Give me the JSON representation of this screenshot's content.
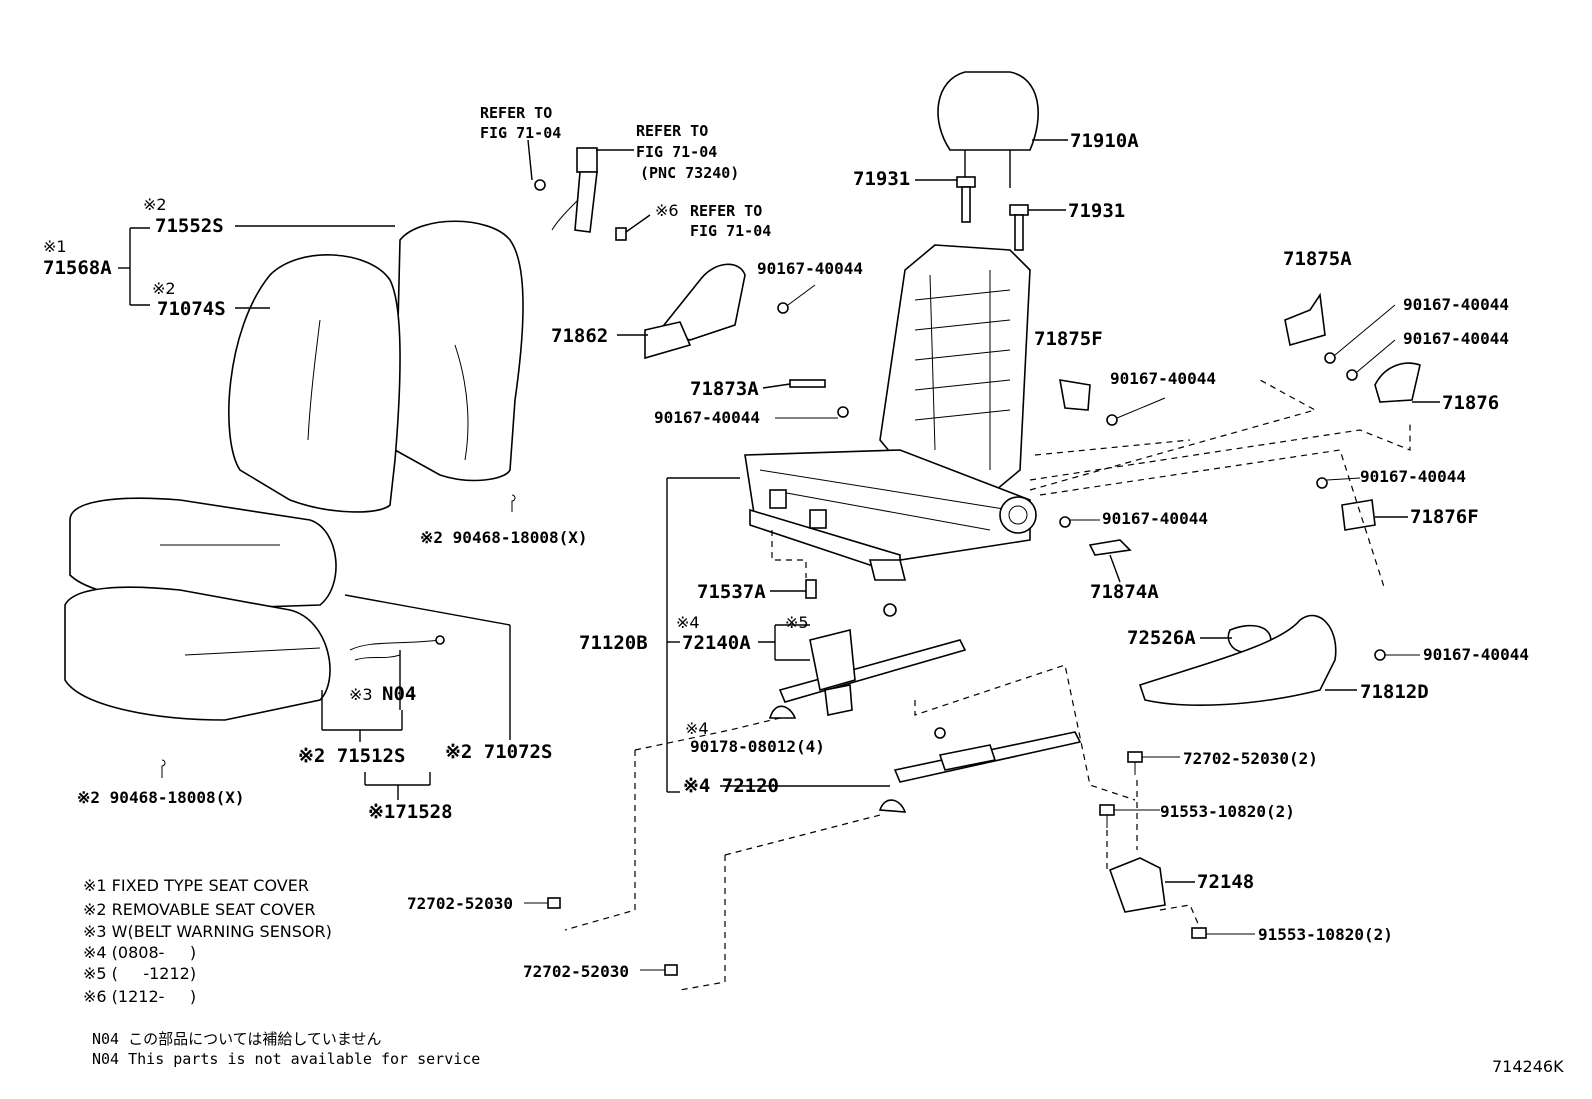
{
  "labels": {
    "l_71910A": "71910A",
    "l_71931a": "71931",
    "l_71931b": "71931",
    "l_71552S": "71552S",
    "l_71568A": "71568A",
    "l_71074S": "71074S",
    "l_m2a": "※2",
    "l_m2b": "※2",
    "l_m1a": "※1",
    "l_71862": "71862",
    "l_90167_a": "90167-40044",
    "l_71873A": "71873A",
    "l_90167_b": "90167-40044",
    "l_71875F": "71875F",
    "l_90167_c": "90167-40044",
    "l_71875A": "71875A",
    "l_90167_d": "90167-40044",
    "l_90167_e": "90167-40044",
    "l_71876": "71876",
    "l_90167_f": "90167-40044",
    "l_71876F": "71876F",
    "l_90167_g": "90167-40044",
    "l_71874A": "71874A",
    "l_90468_a": "※2 90468-18008(X)",
    "l_71537A": "71537A",
    "l_71120B": "71120B",
    "l_m4a": "※4",
    "l_72140A": "72140A",
    "l_m5": "※5",
    "l_72526A": "72526A",
    "l_90167_h": "90167-40044",
    "l_71812D": "71812D",
    "l_m3": "※3",
    "l_N04": "N04",
    "l_71512S": "※2 71512S",
    "l_71072S": "※2 71072S",
    "l_90468_b": "※2 90468-18008(X)",
    "l_71528": "※171528",
    "l_m4b": "※4",
    "l_90178": "90178-08012(4)",
    "l_72120": "※4 72120",
    "l_72702_a": "72702-52030(2)",
    "l_91553_a": "91553-10820(2)",
    "l_72148": "72148",
    "l_91553_b": "91553-10820(2)",
    "l_72702_b": "72702-52030",
    "l_72702_c": "72702-52030"
  },
  "refs": {
    "refer_to_1": "REFER TO",
    "fig_1": "FIG 71-04",
    "refer_to_2": "REFER TO",
    "fig_2": "FIG 71-04",
    "pnc": "(PNC 73240)",
    "m6": "※6",
    "refer_to_3": "REFER TO",
    "fig_3": "FIG 71-04"
  },
  "legend": {
    "n1": "※1 FIXED TYPE SEAT COVER",
    "n2": "※2 REMOVABLE SEAT COVER",
    "n3": "※3 W(BELT WARNING SENSOR)",
    "n4": "※4 (0808-     )",
    "n5": "※5 (     -1212)",
    "n6": "※6 (1212-     )"
  },
  "footnote": {
    "jp": "N04 この部品については補給していません",
    "en": "N04 This parts is not available for service"
  },
  "figure_id": "714246K"
}
